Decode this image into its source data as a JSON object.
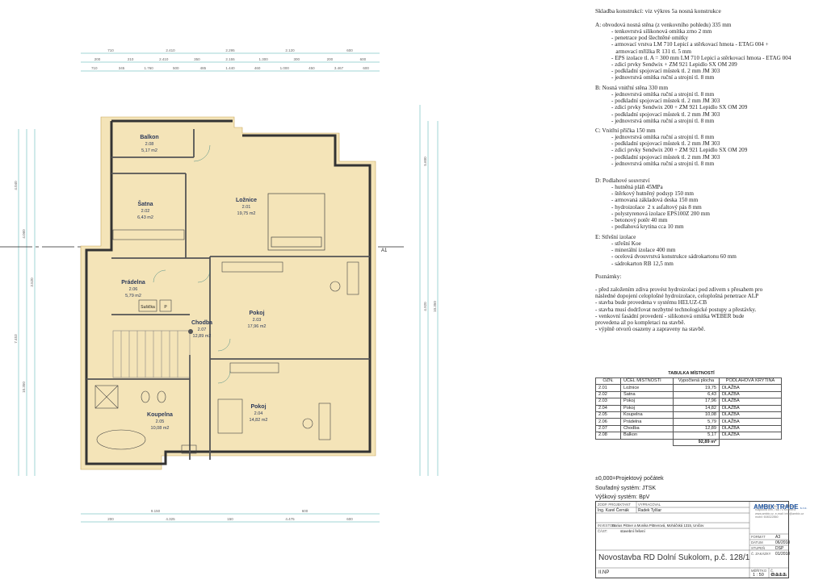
{
  "rooms_plan": [
    {
      "name": "Balkon",
      "num": "2.08",
      "area": "5,17 m2"
    },
    {
      "name": "Šatna",
      "num": "2.02",
      "area": "6,43 m2"
    },
    {
      "name": "Ložnice",
      "num": "2.01",
      "area": "19,75 m2"
    },
    {
      "name": "Prádelna",
      "num": "2.06",
      "area": "5,79 m2"
    },
    {
      "name": "Chodba",
      "num": "2.07",
      "area": "12,89 m2"
    },
    {
      "name": "Pokoj",
      "num": "2.03",
      "area": "17,96 m2"
    },
    {
      "name": "Koupelna",
      "num": "2.05",
      "area": "10,08 m2"
    },
    {
      "name": "Pokoj",
      "num": "2.04",
      "area": "14,82 m2"
    }
  ],
  "plan_labels": {
    "susicka": "Sušička",
    "p": "P",
    "section_mark": "A1"
  },
  "dims": {
    "top1": [
      "710",
      "2.410",
      "2.295",
      "2.120",
      "600"
    ],
    "top2": [
      "200",
      "210",
      "2.410",
      "350",
      "2.155",
      "1.300",
      "300",
      "200",
      "600"
    ],
    "top3": [
      "710",
      "345",
      "1.760",
      "500",
      "485",
      "1.440",
      "460",
      "1.000",
      "450",
      "3.467",
      "600"
    ],
    "bottom1": [
      "9.150",
      "600"
    ],
    "bottom2": [
      "200",
      "4.325",
      "150",
      "4.475",
      "600"
    ],
    "left_v": [
      "4.040",
      "4.060",
      "3.520",
      "7.453",
      "10.350"
    ],
    "right_v": [
      "5.600",
      "4.920",
      "10.350"
    ]
  },
  "notes": {
    "title": "Skladba konstrukcí: viz výkres 5a nosná konstrukce",
    "A_title": "A: obvodová nosná stěna (z venkovního pohledu) 335 mm",
    "A_items": [
      "- tenkovrstvá silikonová omítka zrno 2 mm",
      "- penetrace pod šlechtěné omítky",
      "- armovací vrstva LM 710 Lepicí a stěrkovací hmota - ETAG 004 +",
      "   armovací mřížka R 131 tl. 5 mm",
      "- EPS izolace tl. A = 300 mm LM 710 Lepicí a stěrkovací hmota - ETAG 004",
      "- zdicí prvky Sendwix + ZM 921 Lepidlo SX OM 209",
      "- podkladní spojovací můstek tl. 2 mm JM 303",
      "- jednovrstvá omítka ruční a strojní tl. 8 mm"
    ],
    "B_title": "B: Nosná vnitřní stěna 330 mm",
    "B_items": [
      "- jednovrstvá omítka ruční a strojní tl. 8 mm",
      "- podkladní spojovací můstek tl. 2 mm JM 303",
      "- zdicí prvky Sendwix 200 + ZM 921 Lepidlo SX OM 209",
      "- podkladní spojovací můstek tl. 2 mm JM 303",
      "- jednovrstvá omítka ruční a strojní tl. 8 mm"
    ],
    "C_title": "C: Vnitřní příčka 150 mm",
    "C_items": [
      "- jednovrstvá omítka ruční a strojní tl. 8 mm",
      "- podkladní spojovací můstek tl. 2 mm JM 303",
      "- zdicí prvky Sendwix 200 + ZM 921 Lepidlo SX OM 209",
      "- podkladní spojovací můstek tl. 2 mm JM 303",
      "- jednovrstvá omítka ruční a strojní tl. 8 mm"
    ],
    "D_title": "D: Podlahové souvrství",
    "D_items": [
      "- hutněná pláň 45MPa",
      "- štěrkový hutněný podsyp 150 mm",
      "- armovaná základová deska 150 mm",
      "- hydroizolace  2 x asfaltový pás 8 mm",
      "- polystyrenová izolace EPS100Z 200 mm",
      "- betonový potěr 40 mm",
      "- podlahová krytina cca 10 mm"
    ],
    "E_title": "E: Střešní izolace",
    "E_items": [
      "- střešní Koe",
      "- minerální izolace 400 mm",
      "- ocelová dvouvrstvá konstrukce sádrokartonu 60 mm",
      "- sádrokarton RB 12,5 mm"
    ],
    "pozn_title": "Poznámky:",
    "pozn_items": [
      "- před založením zdiva provést hydroizolaci pod zdivem s přesahem pro",
      "následné dopojení celoplošné hydroizolace, celoplošná penetrace ALP",
      "- stavba bude provedena v systému HELUZ-CB",
      "- stavba musí dodržovat nezbytné technologické postupy a přestávky.",
      "- venkovní fasádní provedení - silikonová omítka WEBER bude",
      "provedena až po kompletaci na stavbě.",
      "- výplně otvorů osazeny a zapraveny na stavbě."
    ]
  },
  "room_table": {
    "caption": "TABULKA MÍSTNOSTÍ",
    "headers": [
      "OZN.",
      "ÚČEL MÍSTNOSTI",
      "Vypočtená plocha",
      "PODLAHOVÁ KRYTINA"
    ],
    "rows": [
      [
        "2.01",
        "Ložnice",
        "19,75",
        "DLAŽBA"
      ],
      [
        "2.02",
        "Šatna",
        "6,43",
        "DLAŽBA"
      ],
      [
        "2.03",
        "Pokoj",
        "17,96",
        "DLAŽBA"
      ],
      [
        "2.04",
        "Pokoj",
        "14,82",
        "DLAŽBA"
      ],
      [
        "2.05",
        "Koupelna",
        "10,08",
        "DLAŽBA"
      ],
      [
        "2.06",
        "Prádelna",
        "5,79",
        "DLAŽBA"
      ],
      [
        "2.07",
        "Chodba",
        "12,89",
        "DLAŽBA"
      ],
      [
        "2.08",
        "Balkon",
        "5,17",
        "DLAŽBA"
      ]
    ],
    "total": "92,89 m²"
  },
  "info": {
    "origin": "±0,000=Projektový počátek",
    "coord": "Souřadný systém:  JTSK",
    "height": "Výškový systém:      BpV"
  },
  "titleblock": {
    "l1": "ZODP. PROJEKTANT",
    "l2": "VYPRACOVAL",
    "v1": "Ing. Karel Černák",
    "v2": "Radek Tylšar",
    "l3": "INVESTOR:",
    "v3": "Darius Pittner a Monika Pittnerová, Moháčská 1315, Uničov",
    "l4": "ČÁST:",
    "v4": "stavební řešení",
    "brand": "AMBIX TRADE",
    "brand_sub": "s.r.o.",
    "addr": [
      "IČ: 29836698 DIČ: CZ29836698",
      "Klapkova 599, 768 73 Kroměříž",
      "www.ambix.cz, e-mail: info@ambix.cz",
      "mobil: 608322860"
    ],
    "f1l": "FORMÁT",
    "f1v": "A3",
    "f2l": "DATUM",
    "f2v": "06/2018",
    "f3l": "STUPEŇ",
    "f3v": "DSP",
    "f4l": "Č. ZAKÁZKY",
    "f4v": "01/2018",
    "f5l": "MĚŘÍTKO",
    "f5v": "1 : 50",
    "f6l": "Č. VÝKRESU",
    "f6v": "D.1.1.3.",
    "project": "Novostavba RD Dolní Sukolom, p.č. 128/1",
    "floor": "II.NP"
  }
}
